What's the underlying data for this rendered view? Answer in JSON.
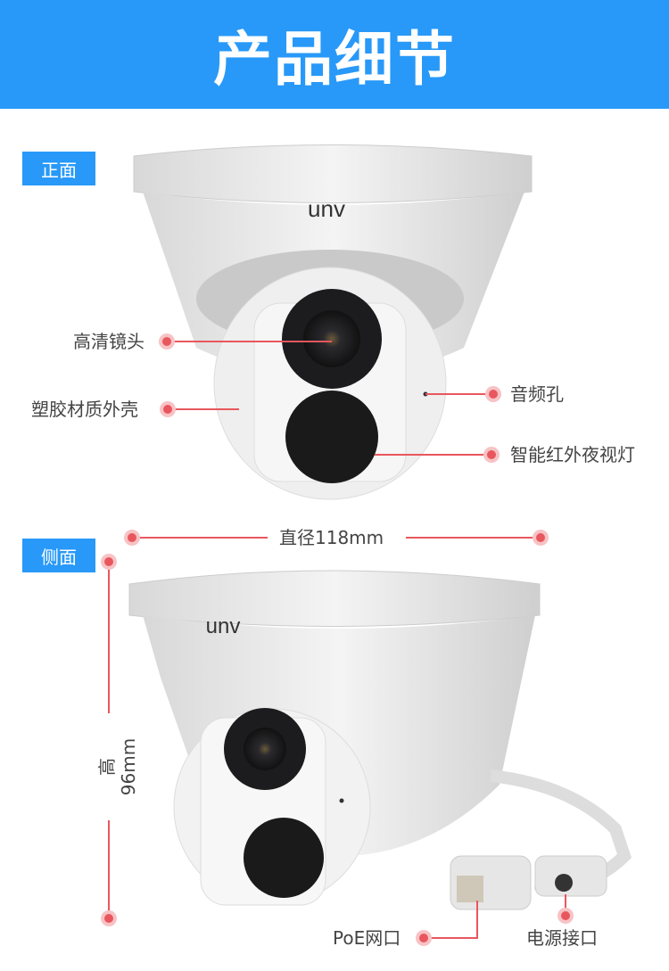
{
  "header": {
    "title": "产品细节"
  },
  "front": {
    "tag": "正面",
    "logo": "unv",
    "callouts": {
      "lens": "高清镜头",
      "shell": "塑胶材质外壳",
      "mic": "音频孔",
      "ir": "智能红外夜视灯"
    }
  },
  "side": {
    "tag": "侧面",
    "logo": "unv",
    "diameter": "直径118mm",
    "height": "高96mm",
    "poe": "PoE网口",
    "power": "电源接口"
  },
  "colors": {
    "accent": "#2899f8",
    "callout": "#e9575e"
  }
}
